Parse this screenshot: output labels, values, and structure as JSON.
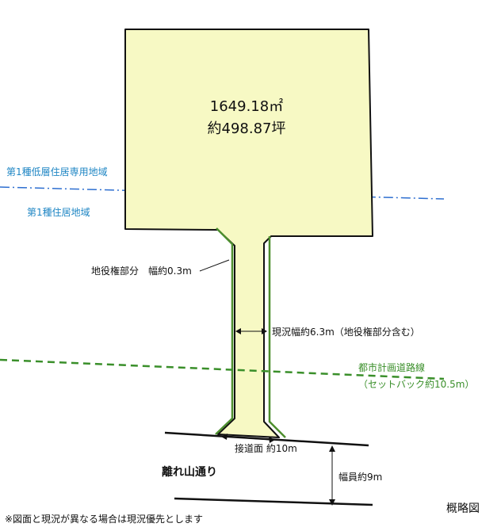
{
  "plot": {
    "area_sqm": "1649.18㎡",
    "area_tsubo": "約498.87坪",
    "fill_color": "#f7f9c4",
    "easement_color": "#4e8f2f"
  },
  "zones": {
    "upper": "第1種低層住居専用地域",
    "lower": "第1種住居地域",
    "boundary_color": "#2e6fd0",
    "label_color": "#1f86c4"
  },
  "annotations": {
    "easement": "地役権部分　幅約0.3m",
    "current_width": "現況幅約6.3m（地役権部分含む）",
    "frontage": "接道面 約10m",
    "road_width": "幅員約9m"
  },
  "planned_road": {
    "label": "都市計画道路線",
    "setback": "（セットバック約10.5m）",
    "color": "#3a8f2a"
  },
  "road": {
    "name": "離れ山通り"
  },
  "footer": {
    "disclaimer": "※図面と現況が異なる場合は現況優先とします",
    "diagram_label": "概略図"
  }
}
